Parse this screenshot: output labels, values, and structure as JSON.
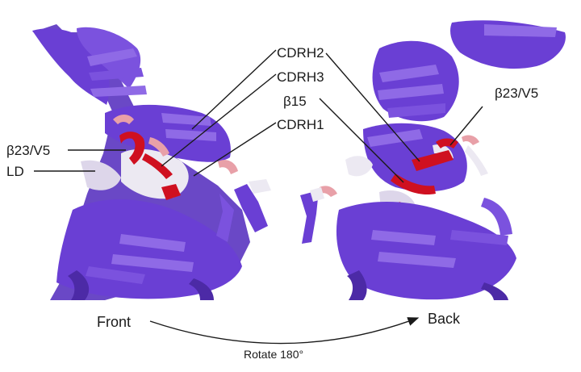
{
  "figure": {
    "labels": {
      "cdrh2": "CDRH2",
      "cdrh3": "CDRH3",
      "cdrh1": "CDRH1",
      "b15": "β15",
      "b23v5_left": "β23/V5",
      "b23v5_right": "β23/V5",
      "ld": "LD"
    },
    "views": {
      "front": "Front",
      "back": "Back",
      "rotate": "Rotate 180°"
    },
    "colors": {
      "protein": "#6a3fd4",
      "protein_dark": "#4c2aa6",
      "protein_light": "#8f6ae6",
      "highlight": "#cf1020",
      "pale": "#ece9f2",
      "pink": "#e8a0a8"
    }
  }
}
